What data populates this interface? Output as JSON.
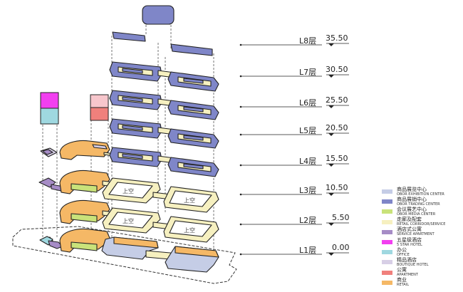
{
  "levels": [
    {
      "label": "L8层",
      "elevation": "35.50"
    },
    {
      "label": "L7层",
      "elevation": "30.50"
    },
    {
      "label": "L6层",
      "elevation": "25.50"
    },
    {
      "label": "L5层",
      "elevation": "20.50"
    },
    {
      "label": "L4层",
      "elevation": "15.50"
    },
    {
      "label": "L3层",
      "elevation": "10.50"
    },
    {
      "label": "L2层",
      "elevation": "5.50"
    },
    {
      "label": "L1层",
      "elevation": "0.00"
    }
  ],
  "void_label": "上空",
  "legend": [
    {
      "zh": "商品展览中心",
      "en": "OBOR EXHIBITION CENTER",
      "color": "#c5cde6"
    },
    {
      "zh": "商品展销中心",
      "en": "OBOR TRADING CENTER",
      "color": "#7f86c8"
    },
    {
      "zh": "会议展艺中心",
      "en": "OBOR MEDIA CENTER",
      "color": "#c9e27a"
    },
    {
      "zh": "走廊及配套",
      "en": "RETAIL CORRIDOR/SERVICE",
      "color": "#f6f0c0"
    },
    {
      "zh": "酒店式公寓",
      "en": "SERVICE APARTMENT",
      "color": "#a68cc6"
    },
    {
      "zh": "五星级酒店",
      "en": "5 STAR HOTEL",
      "color": "#f23ff0"
    },
    {
      "zh": "办公",
      "en": "OFFICE",
      "color": "#9fd8e0"
    },
    {
      "zh": "精品酒店",
      "en": "BOUTIQUE HOTEL",
      "color": "#d7cfe6"
    },
    {
      "zh": "公寓",
      "en": "APARTMENT",
      "color": "#f0807c"
    },
    {
      "zh": "商业",
      "en": "RETAIL",
      "color": "#f5b866"
    }
  ]
}
